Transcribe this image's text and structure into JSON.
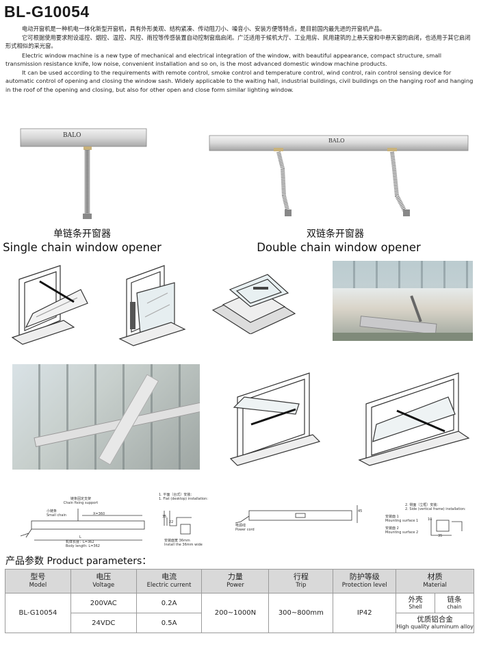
{
  "title": "BL-G10054",
  "intro": {
    "cn_1": "电动开窗机是一种机电一体化新型开窗机，具有外形美观、结构紧凑、传动阻刀小、噪音小、安装方便等特点，是目前国内最先进的开窗机产品。",
    "cn_2": "它可根据使用要求附设遥控、烟控、温控、风控、雨控等传感装置自动控制窗扇启闭。广泛适用于候机大厅、工业用房、民用建筑的上悬天窗和中悬天窗的启闭，也适用于其它启闭形式相似的采光窗。",
    "en_1": "Electric window machine is a new type of mechanical and electrical integration of the window, with beautiful appearance, compact structure, small transmission resistance knife, low noise, convenient installation and so on, is the most advanced domestic window machine products.",
    "en_2": "It can be used according to the requirements with remote control, smoke control and temperature control, wind control, rain control sensing device for automatic control of opening and closing the window sash. Widely applicable to the waiting hall, industrial buildings, civil buildings on the hanging roof and hanging in the roof of the opening and closing, but also for other open and close form similar lighting window."
  },
  "products": {
    "brand": "BALO",
    "single": {
      "cn": "单链条开窗器",
      "en": "Single chain window opener"
    },
    "double": {
      "cn": "双链条开窗器",
      "en": "Double chain window opener"
    }
  },
  "diagrams": {
    "d1": {
      "chain_fixing_cn": "链条固定支架",
      "chain_fixing_en": "Chain fixing support",
      "small_chain_cn": "小链条",
      "small_chain_en": "Small chain",
      "x": "X=360",
      "l": "L",
      "body_cn": "机体长度：L=362",
      "body_en": "Body length: L=362"
    },
    "d2": {
      "item_cn": "1. 平面（台式）安装：",
      "item_en": "1. Flat (desktop) installation:",
      "dim1": "35",
      "dim2": "22",
      "note_cn": "安装面宽 36mm",
      "note_en": "Install the 36mm wide"
    },
    "d3": {
      "power_cn": "电源线",
      "power_en": "Power cord",
      "dim": "45"
    },
    "d4": {
      "item_cn": "2. 侧面（立框）安装：",
      "item_en": "2. Side (vertical frame) installation:",
      "m1_cn": "安装面 1",
      "m1_en": "Mounting surface 1",
      "m2_cn": "安装面 2",
      "m2_en": "Mounting surface 2",
      "dim1": "10",
      "dim2": "35"
    }
  },
  "params": {
    "heading": "产品参数 Product parameters：",
    "headers": [
      {
        "cn": "型号",
        "en": "Model"
      },
      {
        "cn": "电压",
        "en": "Voltage"
      },
      {
        "cn": "电流",
        "en": "Electric current"
      },
      {
        "cn": "力量",
        "en": "Power"
      },
      {
        "cn": "行程",
        "en": "Trip"
      },
      {
        "cn": "防护等级",
        "en": "Protection level"
      },
      {
        "cn": "材质",
        "en": "Material"
      }
    ],
    "model": "BL-G10054",
    "voltage_1": "200VAC",
    "voltage_2": "24VDC",
    "current_1": "0.2A",
    "current_2": "0.5A",
    "power": "200~1000N",
    "trip": "300~800mm",
    "protection": "IP42",
    "shell": {
      "cn": "外壳",
      "en": "Shell"
    },
    "chain": {
      "cn": "链条",
      "en": "chain"
    },
    "alloy": {
      "cn": "优质铝合金",
      "en": "High quality aluminum alloy"
    }
  }
}
